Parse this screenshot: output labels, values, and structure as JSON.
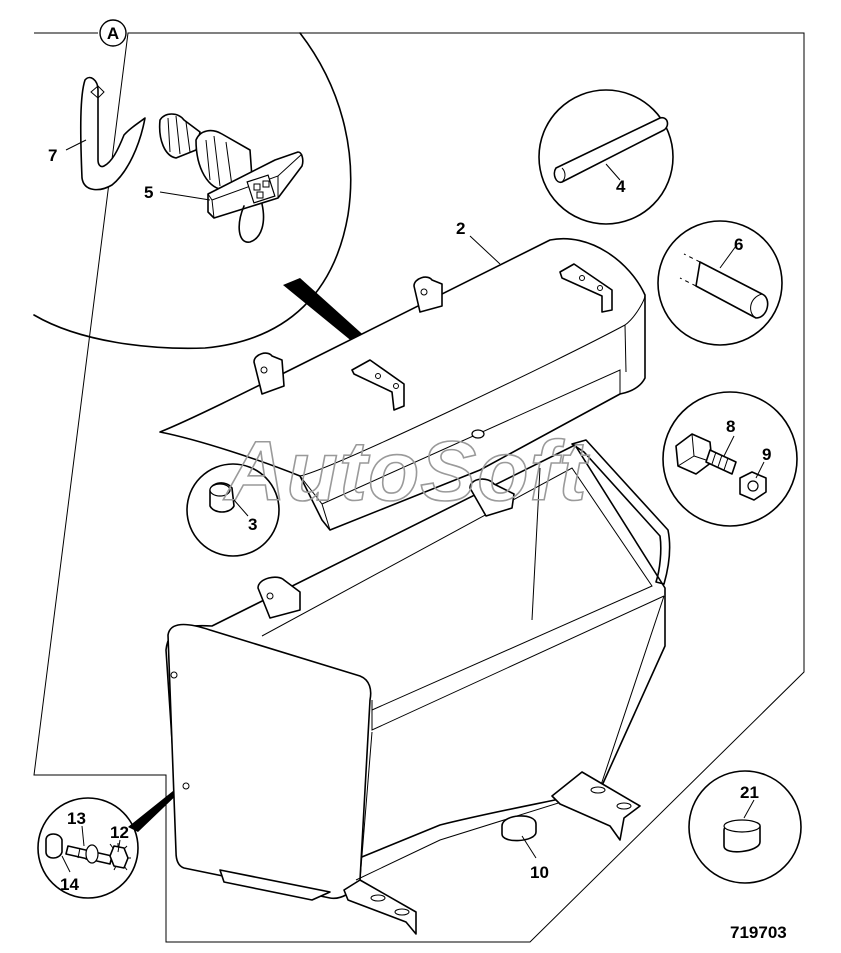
{
  "diagram": {
    "reference_number": "719703",
    "detail_view_letter": "A",
    "watermark": "AutoSoft",
    "callouts": [
      {
        "id": "c7",
        "label": "7"
      },
      {
        "id": "c5",
        "label": "5"
      },
      {
        "id": "c2",
        "label": "2"
      },
      {
        "id": "c4",
        "label": "4"
      },
      {
        "id": "c6",
        "label": "6"
      },
      {
        "id": "c3",
        "label": "3"
      },
      {
        "id": "c8",
        "label": "8"
      },
      {
        "id": "c9",
        "label": "9"
      },
      {
        "id": "c13",
        "label": "13"
      },
      {
        "id": "c12",
        "label": "12"
      },
      {
        "id": "c14",
        "label": "14"
      },
      {
        "id": "c10",
        "label": "10"
      },
      {
        "id": "c21",
        "label": "21"
      }
    ]
  }
}
